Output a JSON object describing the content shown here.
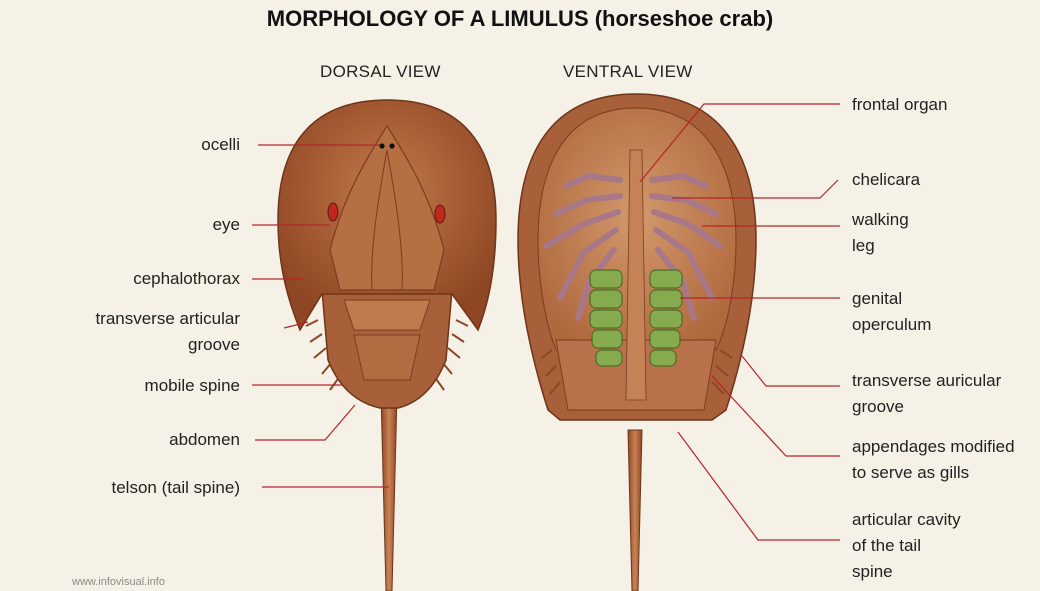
{
  "title": "MORPHOLOGY OF A LIMULUS (horseshoe crab)",
  "views": {
    "dorsal": "DORSAL VIEW",
    "ventral": "VENTRAL VIEW"
  },
  "left_labels": {
    "ocelli": "ocelli",
    "eye": "eye",
    "cephalothorax": "cephalothorax",
    "transverse_articular_groove_1": "transverse articular",
    "transverse_articular_groove_2": "groove",
    "mobile_spine": "mobile spine",
    "abdomen": "abdomen",
    "telson": "telson (tail spine)"
  },
  "right_labels": {
    "frontal_organ": "frontal organ",
    "chelicara": "chelicara",
    "walking_leg_1": "walking",
    "walking_leg_2": "leg",
    "genital_operculum_1": "genital",
    "genital_operculum_2": "operculum",
    "transverse_auricular_groove_1": "transverse auricular",
    "transverse_auricular_groove_2": "groove",
    "appendages_gills_1": "appendages modified",
    "appendages_gills_2": "to serve as gills",
    "articular_cavity_1": "articular cavity",
    "articular_cavity_2": "of the tail",
    "articular_cavity_3": "spine"
  },
  "watermark": "www.infovisual.info",
  "colors": {
    "background": "#f6f1e6",
    "shell": "#a4582f",
    "shell_dark": "#7a3d1f",
    "shell_light": "#c98356",
    "leader_line": "#b3262a",
    "legs": "#b78a98",
    "gills": "#7fa34a"
  }
}
